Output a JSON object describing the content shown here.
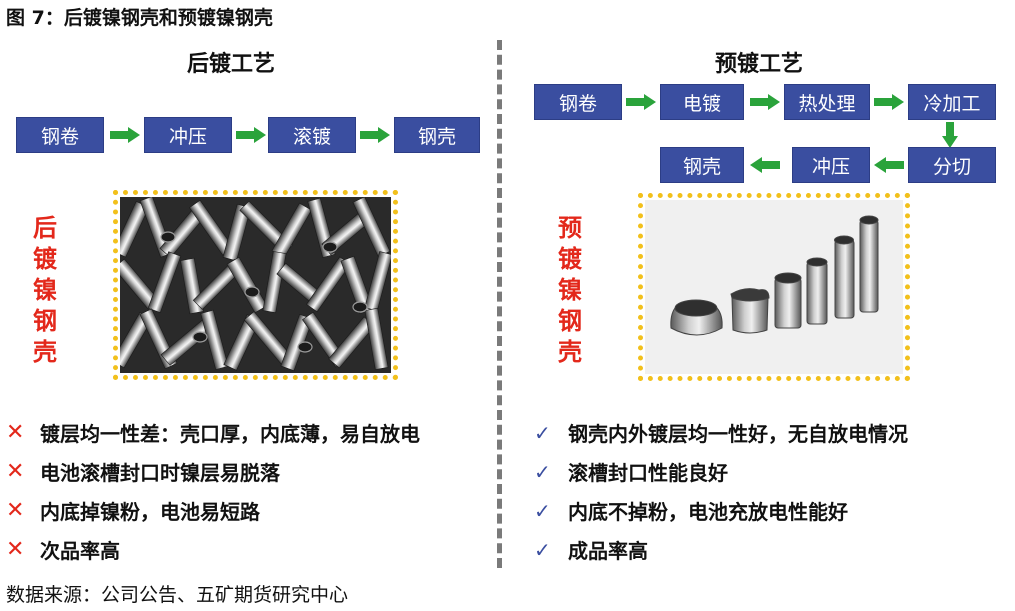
{
  "figure_title": "图 7：后镀镍钢壳和预镀镍钢壳",
  "source": "数据来源：公司公告、五矿期货研究中心",
  "left_panel": {
    "title": "后镀工艺",
    "steps": [
      "钢卷",
      "冲压",
      "滚镀",
      "钢壳"
    ],
    "vertical_label": [
      "后",
      "镀",
      "镍",
      "钢",
      "壳"
    ],
    "bullets": [
      "镀层均一性差：壳口厚，内底薄，易自放电",
      "电池滚槽封口时镍层易脱落",
      "内底掉镍粉，电池易短路",
      "次品率高"
    ]
  },
  "right_panel": {
    "title": "预镀工艺",
    "steps_row1": [
      "钢卷",
      "电镀",
      "热处理",
      "冷加工"
    ],
    "steps_row2": [
      "钢壳",
      "冲压",
      "分切"
    ],
    "vertical_label": [
      "预",
      "镀",
      "镍",
      "钢",
      "壳"
    ],
    "bullets": [
      "钢壳内外镀层均一性好，无自放电情况",
      "滚槽封口性能良好",
      "内底不掉粉，电池充放电性能好",
      "成品率高"
    ]
  },
  "marks": {
    "negative": "✕",
    "positive": "✓"
  },
  "colors": {
    "step_fill": "#3a4ea0",
    "arrow": "#2aa33b",
    "frame": "#f2c01b",
    "label_red": "#e3281b"
  },
  "icons": {
    "arrow": "green-arrow-icon"
  }
}
